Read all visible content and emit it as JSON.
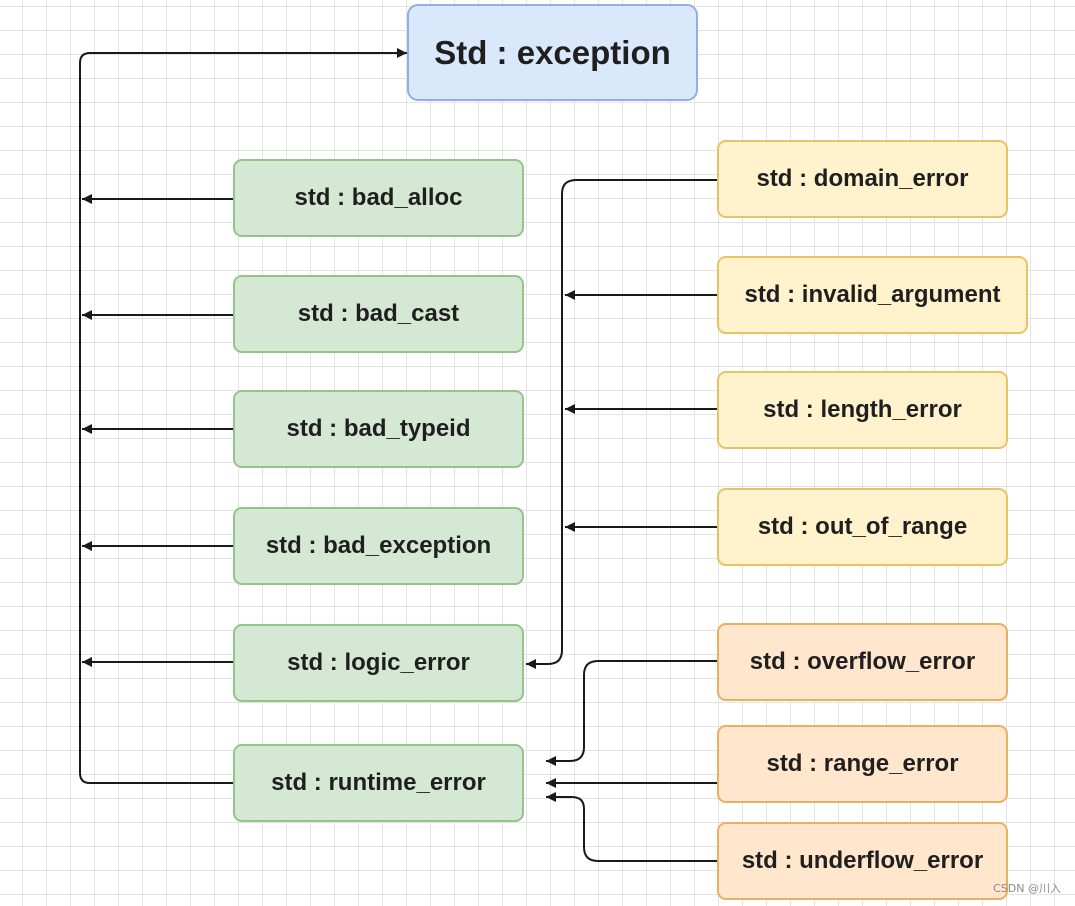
{
  "diagram": {
    "root": {
      "label": "Std : exception"
    },
    "std_exceptions": [
      {
        "id": "bad_alloc",
        "label": "std : bad_alloc"
      },
      {
        "id": "bad_cast",
        "label": "std : bad_cast"
      },
      {
        "id": "bad_typeid",
        "label": "std : bad_typeid"
      },
      {
        "id": "bad_exception",
        "label": "std : bad_exception"
      },
      {
        "id": "logic_error",
        "label": "std : logic_error"
      },
      {
        "id": "runtime_error",
        "label": "std : runtime_error"
      }
    ],
    "logic_errors": [
      {
        "id": "domain_error",
        "label": "std : domain_error"
      },
      {
        "id": "invalid_argument",
        "label": "std : invalid_argument"
      },
      {
        "id": "length_error",
        "label": "std : length_error"
      },
      {
        "id": "out_of_range",
        "label": "std : out_of_range"
      }
    ],
    "runtime_errors": [
      {
        "id": "overflow_error",
        "label": "std : overflow_error"
      },
      {
        "id": "range_error",
        "label": "std : range_error"
      },
      {
        "id": "underflow_error",
        "label": "std : underflow_error"
      }
    ],
    "edges": [
      {
        "from": "bad_alloc",
        "to": "root"
      },
      {
        "from": "bad_cast",
        "to": "root"
      },
      {
        "from": "bad_typeid",
        "to": "root"
      },
      {
        "from": "bad_exception",
        "to": "root"
      },
      {
        "from": "logic_error",
        "to": "root"
      },
      {
        "from": "runtime_error",
        "to": "root"
      },
      {
        "from": "domain_error",
        "to": "logic_error"
      },
      {
        "from": "invalid_argument",
        "to": "logic_error"
      },
      {
        "from": "length_error",
        "to": "logic_error"
      },
      {
        "from": "out_of_range",
        "to": "logic_error"
      },
      {
        "from": "overflow_error",
        "to": "runtime_error"
      },
      {
        "from": "range_error",
        "to": "runtime_error"
      },
      {
        "from": "underflow_error",
        "to": "runtime_error"
      }
    ],
    "colors": {
      "root_fill": "#dae8fc",
      "std_exception_fill": "#d5e8d4",
      "logic_error_fill": "#fff2cc",
      "runtime_error_fill": "#ffe6cc",
      "edge": "#1a1a1a"
    }
  },
  "watermark": "CSDN @川入"
}
